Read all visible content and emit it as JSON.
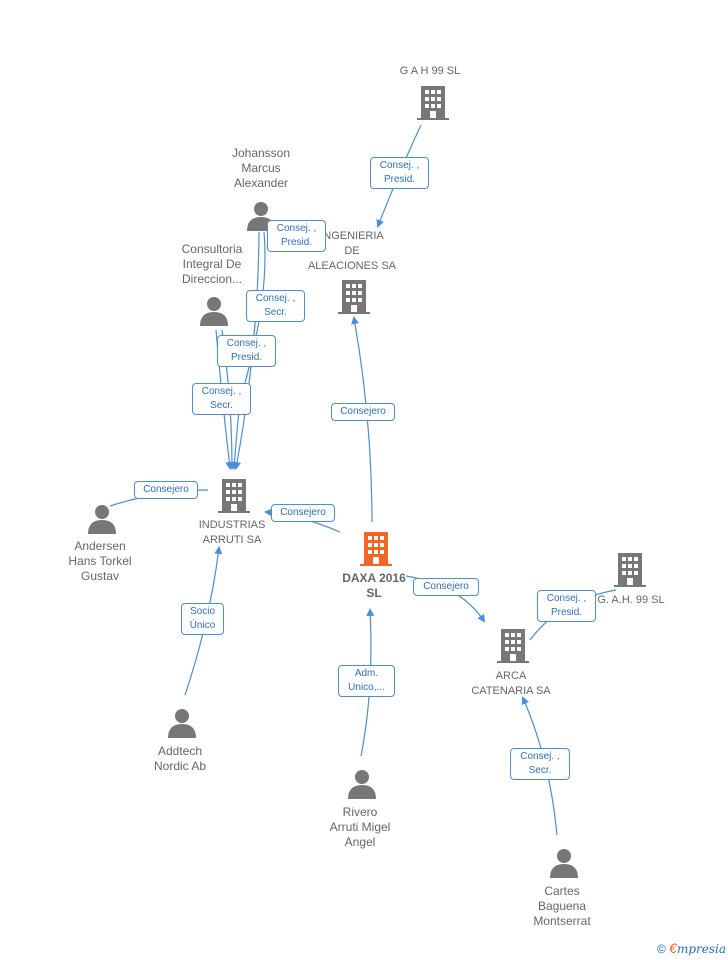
{
  "nodes": {
    "gah99": "G A H 99 SL",
    "johansson": "Johansson\nMarcus\nAlexander",
    "ingenieria": "INGENIERIA\nDE\nALEACIONES SA",
    "consultoria": "Consultoria\nIntegral De\nDireccion...",
    "industrias": "INDUSTRIAS\nARRUTI SA",
    "andersen": "Andersen\nHans Torkel\nGustav",
    "daxa": "DAXA 2016\nSL",
    "gah99b": "G. A.H. 99  SL",
    "arca": "ARCA\nCATENARIA SA",
    "addtech": "Addtech\nNordic Ab",
    "rivero": "Rivero\nArruti Migel\nAngel",
    "cartes": "Cartes\nBaguena\nMontserrat"
  },
  "edges": {
    "gah_ing": "Consej. ,\nPresid.",
    "joh_pres": "Consej. ,\nPresid.",
    "joh_secr": "Consej. ,\nSecr.",
    "con_pres": "Consej. ,\nPresid.",
    "con_secr": "Consej. ,\nSecr.",
    "daxa_ing": "Consejero",
    "andersen_ind": "Consejero",
    "daxa_ind": "Consejero",
    "daxa_arca": "Consejero",
    "gah99b_arca": "Consej. ,\nPresid.",
    "addtech_ind": "Socio\nÚnico",
    "rivero_daxa": "Adm.\nUnico,...",
    "cartes_arca": "Consej. ,\nSecr."
  },
  "colors": {
    "company": "#777777",
    "main": "#f26522",
    "person": "#777777",
    "edge": "#4a8fd8"
  },
  "footer": {
    "copyright": "©",
    "brand_e": "€",
    "brand_rest": "mpresia"
  }
}
